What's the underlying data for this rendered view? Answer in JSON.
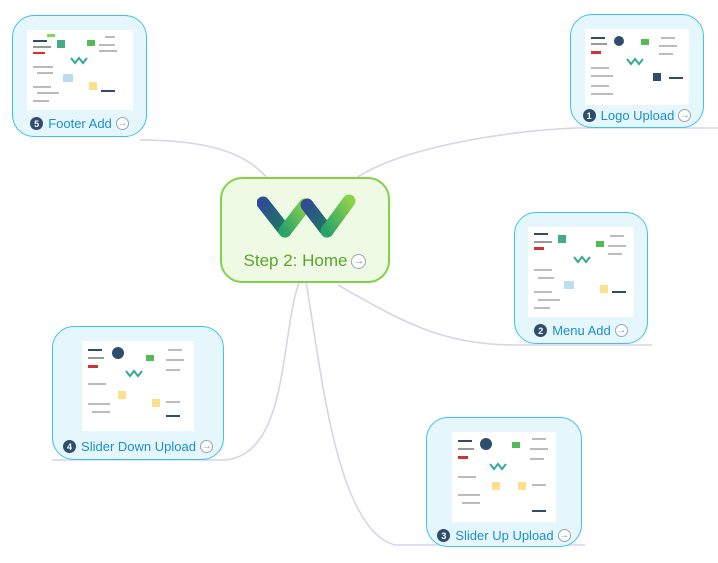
{
  "center": {
    "label": "Step 2: Home",
    "arrow": "→",
    "logo": "winmax-logo"
  },
  "topics": [
    {
      "id": "footer",
      "num": "❺",
      "label": "Footer Add",
      "arrow": "→"
    },
    {
      "id": "logo",
      "num": "❶",
      "label": "Logo Upload",
      "arrow": "→"
    },
    {
      "id": "menu",
      "num": "❷",
      "label": "Menu Add",
      "arrow": "→"
    },
    {
      "id": "sdown",
      "num": "❹",
      "label": "Slider Down Upload",
      "arrow": "→"
    },
    {
      "id": "sup",
      "num": "❸",
      "label": "Slider Up Upload",
      "arrow": "→"
    }
  ],
  "colors": {
    "branch": "#d8d3ea",
    "topic_border": "#3cc2ee",
    "topic_fill": "#e6f6fd",
    "center_border": "#7fd24a"
  }
}
